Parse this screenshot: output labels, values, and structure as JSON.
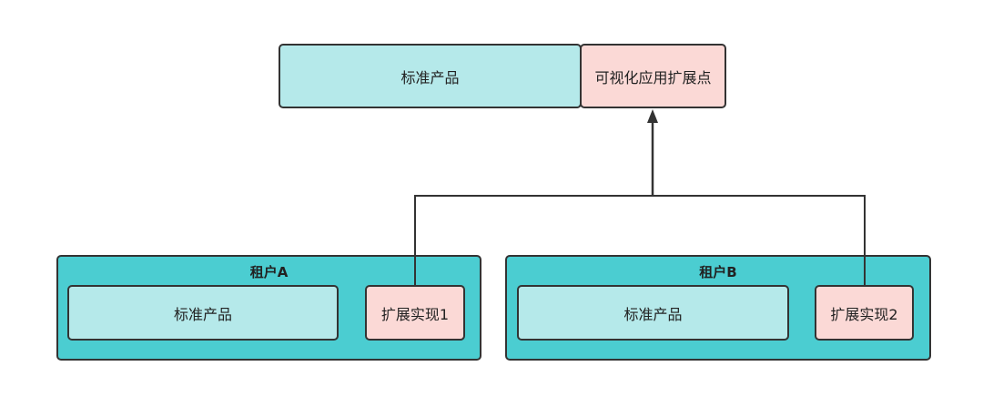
{
  "top": {
    "standard_product": "标准产品",
    "extension_point": "可视化应用扩展点"
  },
  "tenants": [
    {
      "title": "租户A",
      "standard_product": "标准产品",
      "extension": "扩展实现1"
    },
    {
      "title": "租户B",
      "standard_product": "标准产品",
      "extension": "扩展实现2"
    }
  ],
  "colors": {
    "standard": "#b5e9ea",
    "extension": "#fbd9d6",
    "tenant": "#4bcdd1",
    "stroke": "#333333"
  }
}
